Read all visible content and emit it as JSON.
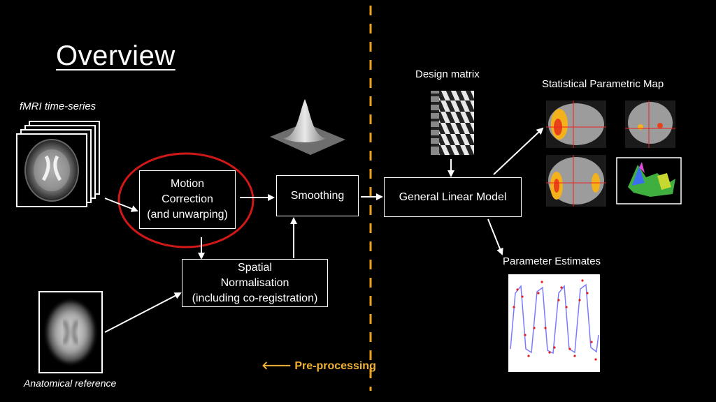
{
  "title": "Overview",
  "inputs": {
    "fmri_label": "fMRI time-series",
    "anatomical_label": "Anatomical reference"
  },
  "preprocessing": {
    "motion": [
      "Motion",
      "Correction",
      "(and  unwarping)"
    ],
    "smoothing": "Smoothing",
    "normalisation": [
      "Spatial",
      "Normalisation",
      "(including co-registration)"
    ],
    "label": "Pre-processing",
    "arrow_glyph": "🡐"
  },
  "analysis": {
    "design_matrix_label": "Design matrix",
    "glm": "General Linear Model",
    "spm_label": "Statistical Parametric Map",
    "param_label": "Parameter Estimates"
  },
  "colors": {
    "highlight_ellipse": "#d01818",
    "divider": "#f0a020",
    "preprocessing_label": "#f2b232"
  }
}
